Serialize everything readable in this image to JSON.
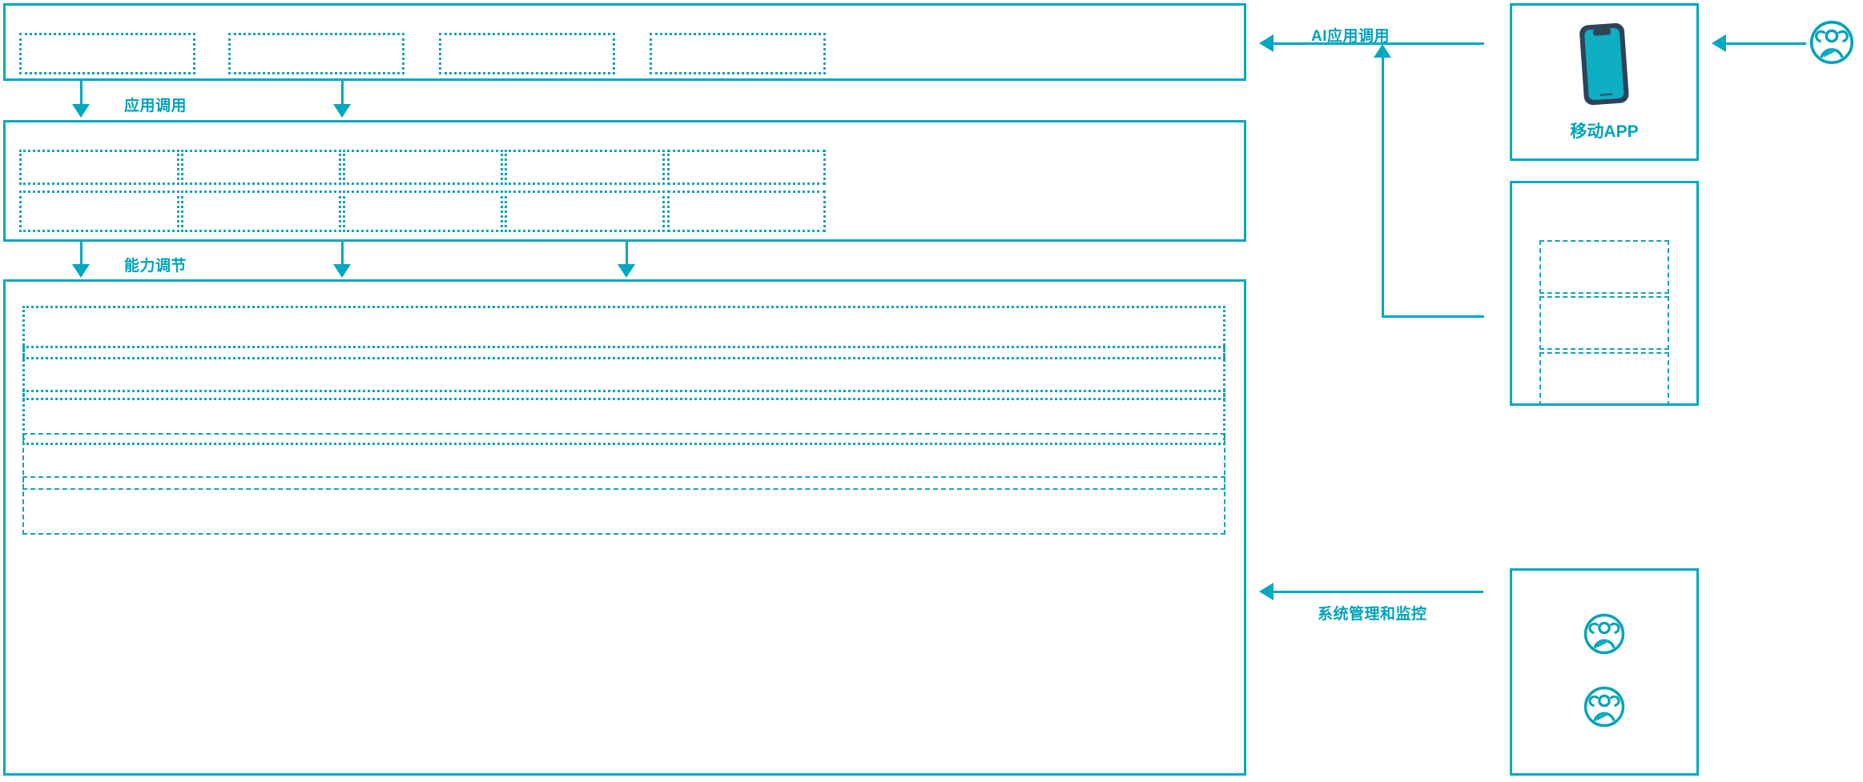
{
  "theme": {
    "accent": "#00a8c0",
    "accent_text": "#00a2bb",
    "dashed": "#13a3b8",
    "phone_frame": "#2e4356",
    "phone_screen": "#0eaec5",
    "background": "#ffffff"
  },
  "layers": {
    "application_layer": {
      "name": "application-layer",
      "slots": [
        {
          "label": ""
        },
        {
          "label": ""
        },
        {
          "label": ""
        },
        {
          "label": ""
        }
      ]
    },
    "capability_layer": {
      "name": "capability-layer",
      "columns": 5,
      "rows": 2,
      "slots": [
        {
          "label": ""
        },
        {
          "label": ""
        },
        {
          "label": ""
        },
        {
          "label": ""
        },
        {
          "label": ""
        },
        {
          "label": ""
        },
        {
          "label": ""
        },
        {
          "label": ""
        },
        {
          "label": ""
        },
        {
          "label": ""
        }
      ]
    },
    "infrastructure_layer": {
      "name": "infrastructure-layer",
      "rows": [
        {
          "label": ""
        },
        {
          "label": ""
        },
        {
          "label": ""
        },
        {
          "label": ""
        },
        {
          "label": ""
        }
      ]
    }
  },
  "connectors": {
    "app_invoke": "应用调用",
    "capability_tune": "能力调节",
    "ai_app_invoke": "AI应用调用",
    "system_admin_monitor": "系统管理和监控"
  },
  "right_column": {
    "mobile_card": {
      "label": "移动APP",
      "icon": "smartphone-icon"
    },
    "list_card": {
      "name": "channel-list-card",
      "slots": [
        {
          "label": ""
        },
        {
          "label": ""
        },
        {
          "label": ""
        }
      ]
    },
    "operators_card": {
      "name": "operators-card",
      "icons": [
        "user-group-icon",
        "user-group-icon"
      ]
    },
    "external_user": {
      "icon": "user-group-icon"
    }
  }
}
